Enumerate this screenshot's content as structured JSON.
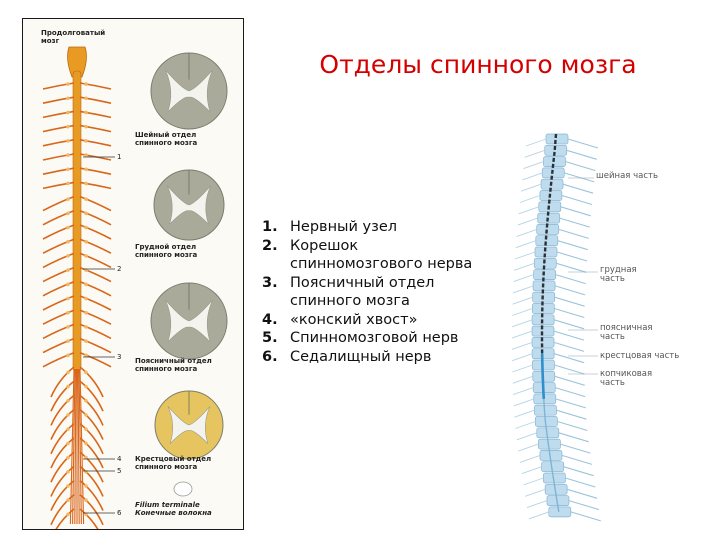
{
  "title": "Отделы спинного мозга",
  "left_figure": {
    "top_label": [
      "Продолговатый",
      "мозг"
    ],
    "sections": [
      {
        "label": [
          "Шейный отдел",
          "спинного мозга"
        ]
      },
      {
        "label": [
          "Грудной отдел",
          "спинного мозга"
        ]
      },
      {
        "label": [
          "Поясничный отдел",
          "спинного мозга"
        ]
      },
      {
        "label": [
          "Крестцовый отдел",
          "спинного мозга"
        ]
      }
    ],
    "filum_label": [
      "Filium terminale",
      "Конечные волокна"
    ],
    "callouts": [
      "1",
      "2",
      "3",
      "4",
      "5",
      "6"
    ]
  },
  "legend": [
    {
      "num": "1.",
      "text": "Нервный узел"
    },
    {
      "num": "2.",
      "text": "Корешок спинномозгового нерва"
    },
    {
      "num": "3.",
      "text": "Поясничный отдел спинного мозга"
    },
    {
      "num": "4.",
      "text": "«конский хвост»"
    },
    {
      "num": "5.",
      "text": "Спинномозговой нерв"
    },
    {
      "num": "6.",
      "text": "Седалищный нерв"
    }
  ],
  "right_figure": {
    "sections": [
      {
        "label": [
          "шейная часть"
        ]
      },
      {
        "label": [
          "грудная",
          "часть"
        ]
      },
      {
        "label": [
          "поясничная",
          "часть"
        ]
      },
      {
        "label": [
          "крестцовая часть"
        ]
      },
      {
        "label": [
          "копчиковая",
          "часть"
        ]
      }
    ]
  },
  "colors": {
    "title": "#d40000",
    "cord": "#e89a22",
    "nerve": "#d9661a",
    "grey_matter": "#f4f4ee",
    "white_matter": "#a9aa9a",
    "vertebra_blue": "#bfdcee",
    "cord_dark": "#2a3138",
    "lumbar_blue": "#2f8ecb"
  }
}
